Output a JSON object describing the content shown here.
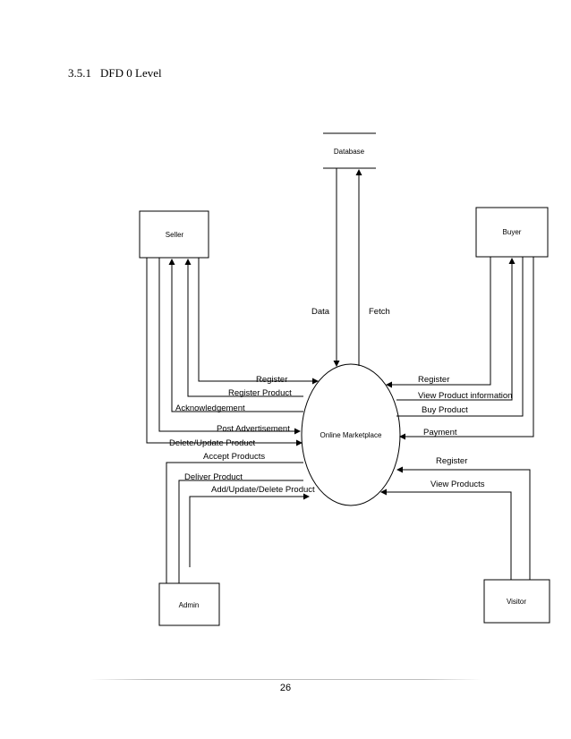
{
  "heading": {
    "number": "3.5.1",
    "title": "DFD 0 Level"
  },
  "datastore": {
    "label": "Database"
  },
  "process": {
    "label": "Online Marketplace"
  },
  "entities": {
    "seller": "Seller",
    "buyer": "Buyer",
    "admin": "Admin",
    "visitor": "Visitor"
  },
  "flows": {
    "data": "Data",
    "fetch": "Fetch",
    "seller_register": "Register",
    "seller_register_product": "Register Product",
    "seller_acknowledgement": "Acknowledgement",
    "seller_post_ad": "Post Advertisement",
    "seller_delete_update": "Delete/Update Product",
    "admin_accept": "Accept Products",
    "admin_deliver": "Deliver Product",
    "admin_add_update_delete": "Add/Update/Delete Product",
    "buyer_register": "Register",
    "buyer_view_info": "View Product information",
    "buyer_buy": "Buy Product",
    "buyer_payment": "Payment",
    "visitor_register": "Register",
    "visitor_view": "View Products"
  },
  "footer": {
    "page_number": "26"
  }
}
